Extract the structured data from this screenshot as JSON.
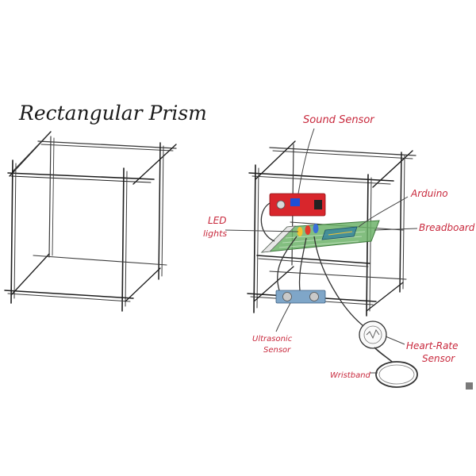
{
  "title": "Rectangular Prism",
  "labels": {
    "sound_sensor": "Sound Sensor",
    "arduino": "Arduino",
    "led": "LED",
    "lights": "lights",
    "breadboard": "Breadboard",
    "ultrasonic": "Ultrasonic",
    "sensor": "Sensor",
    "heart_rate": "Heart-Rate",
    "heart_sensor": "Sensor",
    "wristband": "Wristband"
  },
  "colors": {
    "label_red": "#c8283c",
    "sensor_board": "#d8262c",
    "breadboard_green": "#6db36a",
    "ultrasonic_blue": "#7fa6c8",
    "led_red": "#e23a2a",
    "led_yellow": "#f2c230",
    "led_blue": "#3a6fd8"
  },
  "icons": [
    "square-marker-icon"
  ]
}
